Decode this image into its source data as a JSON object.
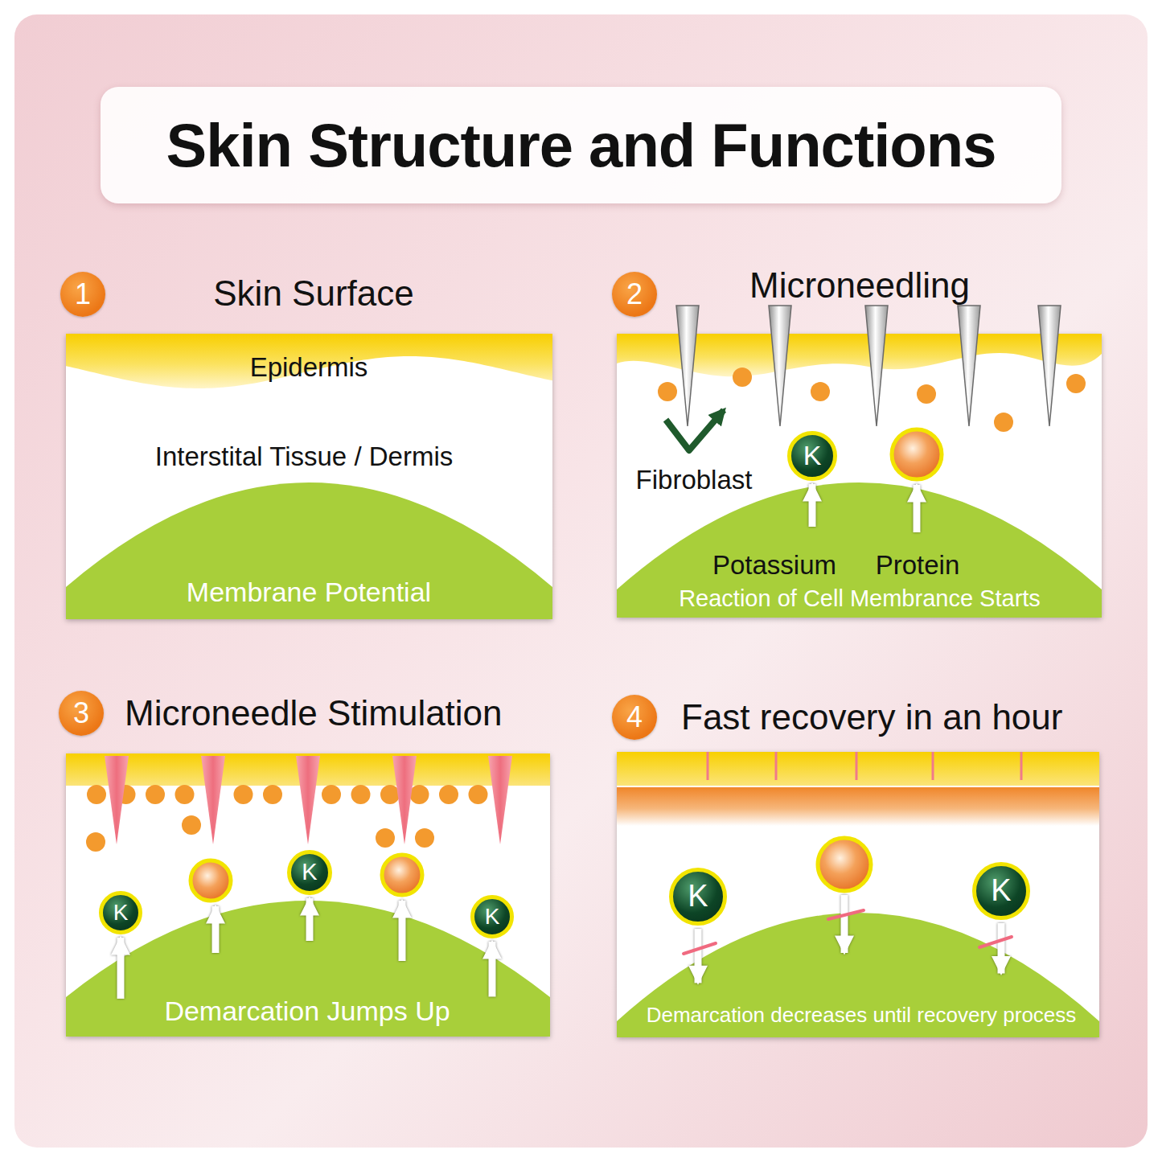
{
  "diagram": {
    "title": "Skin Structure and Functions",
    "nodes": [
      {
        "text": [
          "Skin Surface",
          "Interstital Tissue / Dermis"
        ]
      },
      {
        "text": [
          "1"
        ],
        "in": 0
      },
      {
        "text": [
          "Epidermis"
        ],
        "in": 0
      },
      {
        "text": [
          "Membrane Potential"
        ],
        "in": 0
      },
      {
        "text": [
          "Microneedling",
          "Fibroblast"
        ]
      },
      {
        "text": [
          "2"
        ],
        "in": 4
      },
      {
        "text": [
          "Potassium",
          "Protein",
          "Reaction of Cell Membrance Starts"
        ],
        "in": 4
      },
      {
        "text": [
          "K"
        ],
        "in": 4
      },
      {
        "text": [
          "Microneedle Stimulation"
        ]
      },
      {
        "text": [
          "3"
        ],
        "in": 8
      },
      {
        "text": [
          "Demarcation Jumps Up"
        ],
        "in": 8
      },
      {
        "text": [
          "K"
        ],
        "in": 8
      },
      {
        "text": [
          "K"
        ],
        "in": 8
      },
      {
        "text": [
          "K"
        ],
        "in": 8
      },
      {
        "text": [
          "Fast recovery in an hour"
        ]
      },
      {
        "text": [
          "4"
        ],
        "in": 14
      },
      {
        "text": [
          "Demarcation decreases until recovery process"
        ],
        "in": 14
      },
      {
        "text": [
          "K"
        ],
        "in": 14
      },
      {
        "text": [
          "K"
        ],
        "in": 14
      }
    ],
    "edges": [
      {
        "from": 6,
        "to": 7,
        "arrow": "to"
      },
      {
        "from": 10,
        "to": 11,
        "arrow": "to"
      },
      {
        "from": 10,
        "to": 12,
        "arrow": "to"
      },
      {
        "from": 10,
        "to": 13,
        "arrow": "to"
      },
      {
        "from": 17,
        "to": 16,
        "arrow": "to"
      },
      {
        "from": 18,
        "to": 16,
        "arrow": "to"
      }
    ]
  }
}
